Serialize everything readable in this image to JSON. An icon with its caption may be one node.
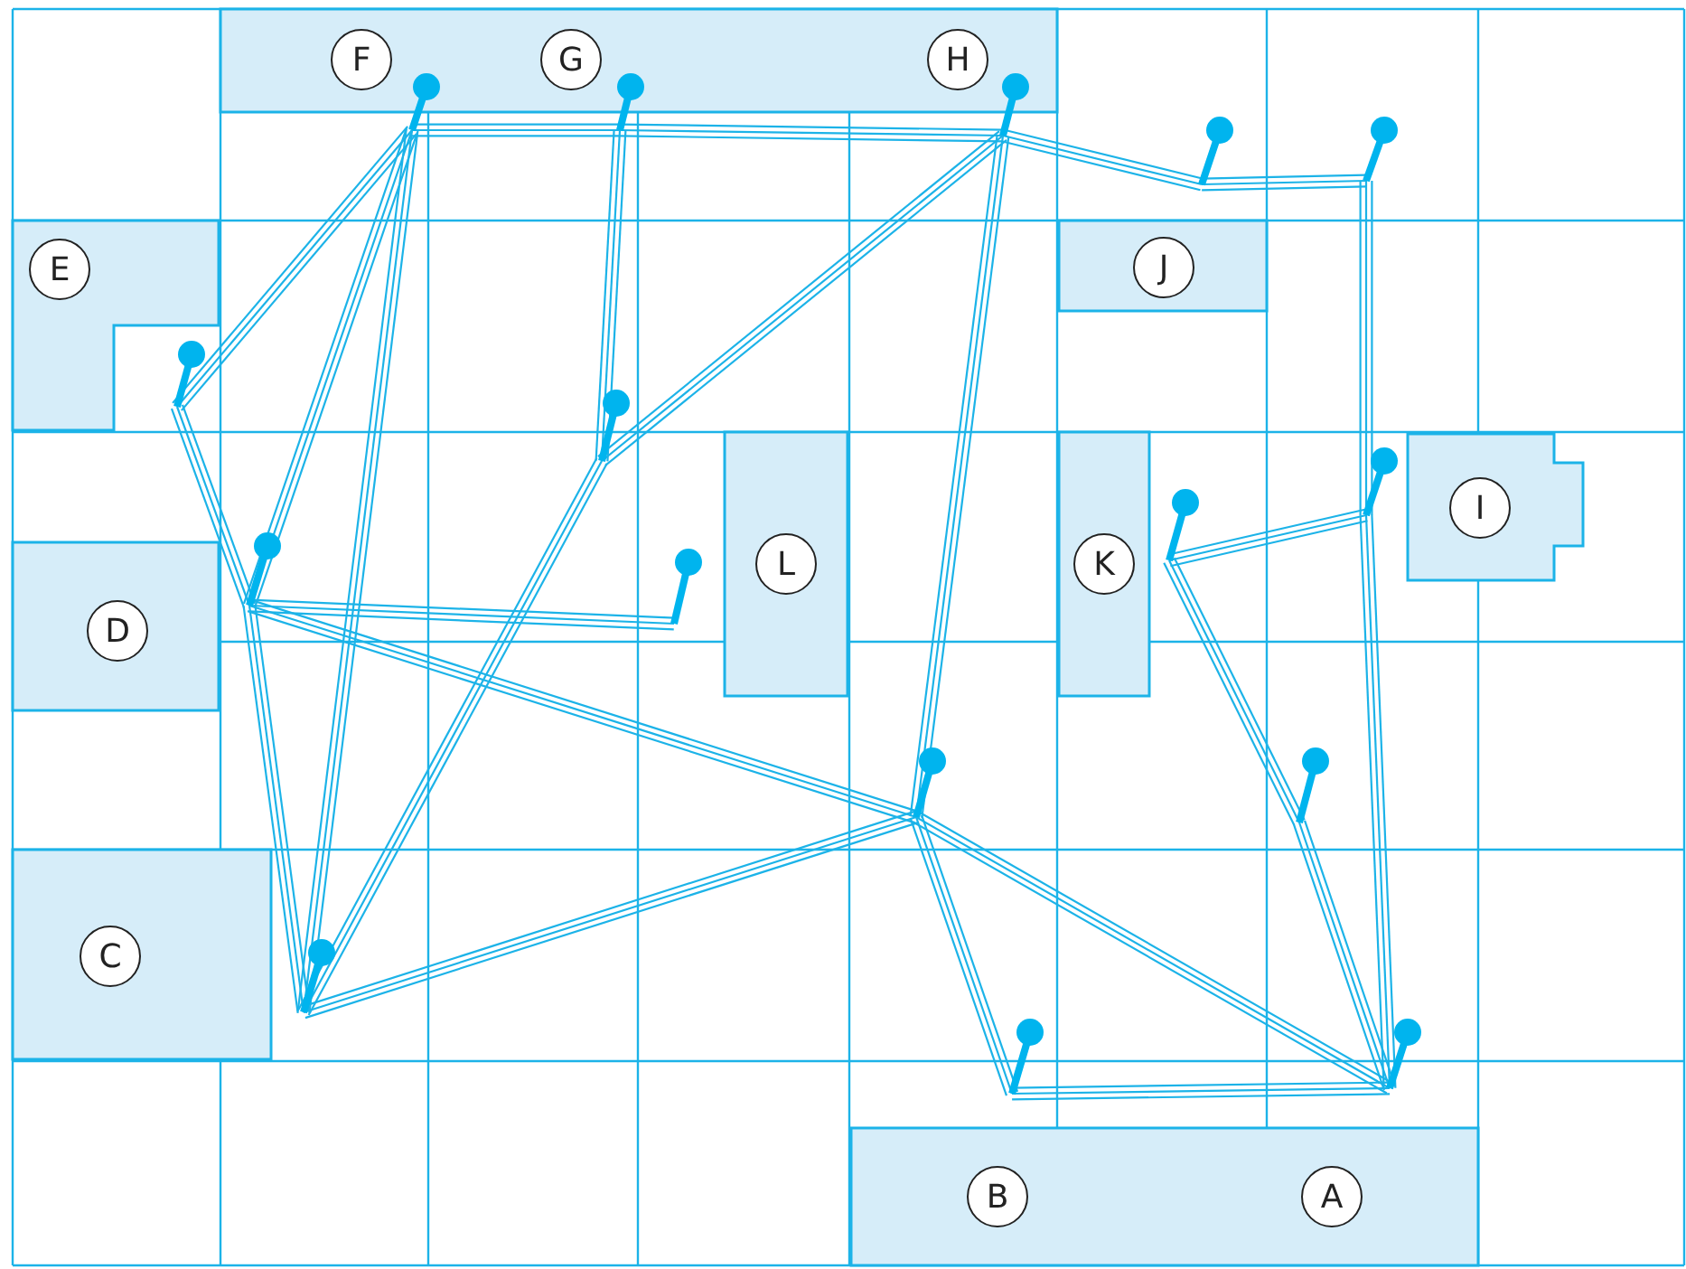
{
  "diagram": {
    "nodes": [
      {
        "text": [],
        "shape": "box"
      },
      {
        "text": [
          "F"
        ],
        "in": 0
      },
      {
        "text": [
          "G"
        ],
        "in": 0
      },
      {
        "text": [
          "H"
        ],
        "in": 0
      },
      {
        "text": [],
        "shape": "box"
      },
      {
        "text": [
          "E"
        ],
        "in": 4
      },
      {
        "text": [],
        "shape": "box"
      },
      {
        "text": [
          "J"
        ],
        "in": 6
      },
      {
        "text": [],
        "shape": "box"
      },
      {
        "text": [
          "L"
        ],
        "in": 8
      },
      {
        "text": [],
        "shape": "box"
      },
      {
        "text": [
          "K"
        ],
        "in": 10
      },
      {
        "text": [],
        "shape": "box"
      },
      {
        "text": [
          "I"
        ],
        "in": 12
      },
      {
        "text": [],
        "shape": "box"
      },
      {
        "text": [
          "D"
        ],
        "in": 14
      },
      {
        "text": [],
        "shape": "box"
      },
      {
        "text": [
          "C"
        ],
        "in": 16
      },
      {
        "text": [],
        "shape": "box"
      },
      {
        "text": [
          "B"
        ],
        "in": 18
      },
      {
        "text": [
          "A"
        ],
        "in": 18
      },
      {
        "text": [],
        "shape": "pin"
      },
      {
        "text": [],
        "shape": "pin"
      },
      {
        "text": [],
        "shape": "pin"
      },
      {
        "text": [],
        "shape": "pin"
      },
      {
        "text": [],
        "shape": "pin"
      },
      {
        "text": [],
        "shape": "pin"
      },
      {
        "text": [],
        "shape": "pin"
      },
      {
        "text": [],
        "shape": "pin"
      },
      {
        "text": [],
        "shape": "pin"
      },
      {
        "text": [],
        "shape": "pin"
      },
      {
        "text": [],
        "shape": "pin"
      },
      {
        "text": [],
        "shape": "pin"
      },
      {
        "text": [],
        "shape": "pin"
      },
      {
        "text": [],
        "shape": "pin"
      },
      {
        "text": [],
        "shape": "pin"
      },
      {
        "text": [],
        "shape": "pin"
      }
    ],
    "edges": [
      {
        "from": 21,
        "to": 22,
        "arrow": "none"
      },
      {
        "from": 22,
        "to": 23,
        "arrow": "none"
      },
      {
        "from": 23,
        "to": 24,
        "arrow": "none"
      },
      {
        "from": 24,
        "to": 25,
        "arrow": "none"
      },
      {
        "from": 25,
        "to": 31,
        "arrow": "none"
      },
      {
        "from": 31,
        "to": 36,
        "arrow": "none"
      },
      {
        "from": 21,
        "to": 26,
        "arrow": "none"
      },
      {
        "from": 26,
        "to": 28,
        "arrow": "none"
      },
      {
        "from": 21,
        "to": 28,
        "arrow": "none"
      },
      {
        "from": 21,
        "to": 34,
        "arrow": "none"
      },
      {
        "from": 22,
        "to": 27,
        "arrow": "none"
      },
      {
        "from": 23,
        "to": 27,
        "arrow": "none"
      },
      {
        "from": 27,
        "to": 34,
        "arrow": "none"
      },
      {
        "from": 28,
        "to": 29,
        "arrow": "none"
      },
      {
        "from": 28,
        "to": 34,
        "arrow": "none"
      },
      {
        "from": 28,
        "to": 32,
        "arrow": "none"
      },
      {
        "from": 32,
        "to": 34,
        "arrow": "none"
      },
      {
        "from": 23,
        "to": 32,
        "arrow": "none"
      },
      {
        "from": 32,
        "to": 35,
        "arrow": "none"
      },
      {
        "from": 32,
        "to": 36,
        "arrow": "none"
      },
      {
        "from": 35,
        "to": 36,
        "arrow": "none"
      },
      {
        "from": 30,
        "to": 31,
        "arrow": "none"
      },
      {
        "from": 30,
        "to": 33,
        "arrow": "none"
      },
      {
        "from": 33,
        "to": 36,
        "arrow": "none"
      }
    ]
  }
}
